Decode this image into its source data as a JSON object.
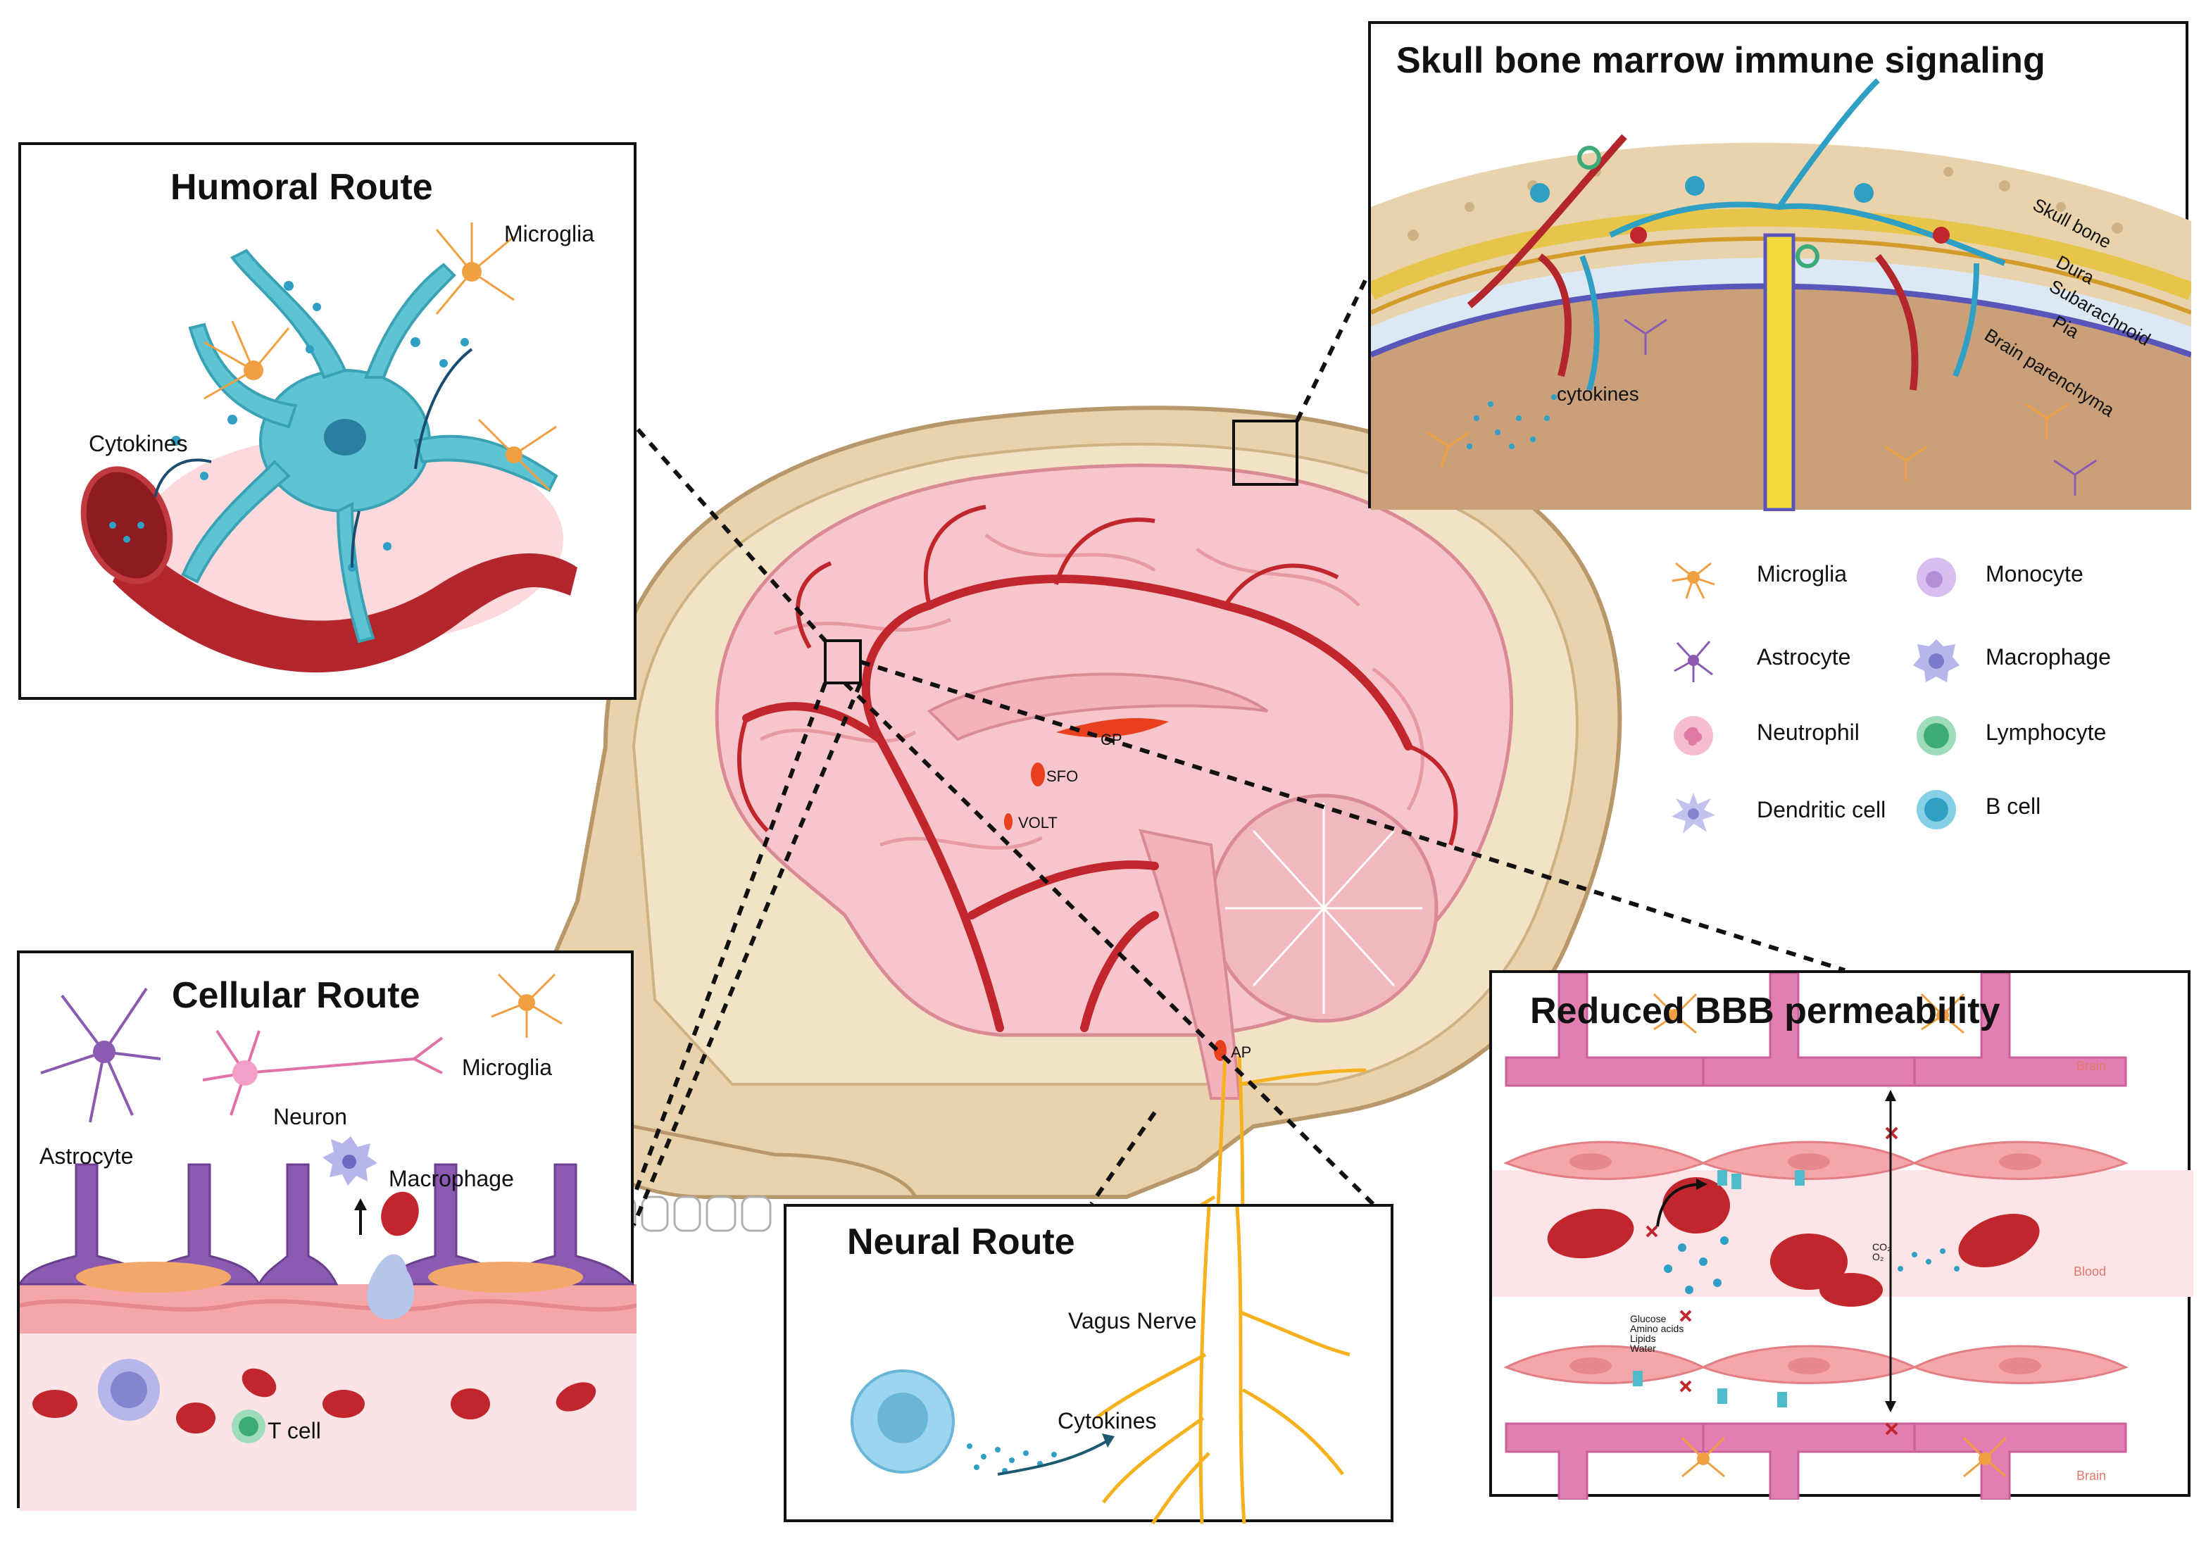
{
  "panels": {
    "humoral": {
      "title": "Humoral Route",
      "labels": {
        "microglia": "Microglia",
        "cytokines": "Cytokines"
      }
    },
    "skull": {
      "title": "Skull bone marrow immune signaling",
      "layers": {
        "skull_bone": "Skull bone",
        "dura": "Dura",
        "subarachnoid": "Subarachnoid",
        "pia": "Pia",
        "brain_parenchyma": "Brain parenchyma"
      },
      "cytokines": "cytokines"
    },
    "cellular": {
      "title": "Cellular Route",
      "labels": {
        "astrocyte": "Astrocyte",
        "neuron": "Neuron",
        "microglia": "Microglia",
        "macrophage": "Macrophage",
        "t_cell": "T cell"
      }
    },
    "neural": {
      "title": "Neural Route",
      "labels": {
        "vagus": "Vagus Nerve",
        "cytokines": "Cytokines"
      }
    },
    "bbb": {
      "title": "Reduced BBB permeability",
      "labels": {
        "brain_top": "Brain",
        "blood": "Blood",
        "brain_bottom": "Brain",
        "co2": "CO₂",
        "o2": "O₂",
        "glucose": "Glucose",
        "amino": "Amino acids",
        "lipids": "Lipids",
        "water": "Water"
      }
    }
  },
  "brain_labels": {
    "cp": "CP",
    "sfo": "SFO",
    "volt": "VOLT",
    "ap": "AP"
  },
  "legend": {
    "items": [
      {
        "label": "Microglia",
        "icon": "microglia-icon",
        "color": "#f0a040"
      },
      {
        "label": "Monocyte",
        "icon": "monocyte-icon",
        "color": "#c9a6e6"
      },
      {
        "label": "Astrocyte",
        "icon": "astrocyte-icon",
        "color": "#8a5bb0"
      },
      {
        "label": "Macrophage",
        "icon": "macrophage-icon",
        "color": "#9a9ad8"
      },
      {
        "label": "Neutrophil",
        "icon": "neutrophil-icon",
        "color": "#f2a0c0"
      },
      {
        "label": "Lymphocyte",
        "icon": "lymphocyte-icon",
        "color": "#3daa7a"
      },
      {
        "label": "Dendritic cell",
        "icon": "dendritic-cell-icon",
        "color": "#a9a9e0"
      },
      {
        "label": "B cell",
        "icon": "b-cell-icon",
        "color": "#2f9fc4"
      }
    ]
  },
  "colors": {
    "vessel": "#c0262b",
    "brain": "#f7c6cc",
    "skull": "#e9d3ad",
    "nerve": "#f5b11e",
    "cell_blue": "#5ec4d4"
  }
}
